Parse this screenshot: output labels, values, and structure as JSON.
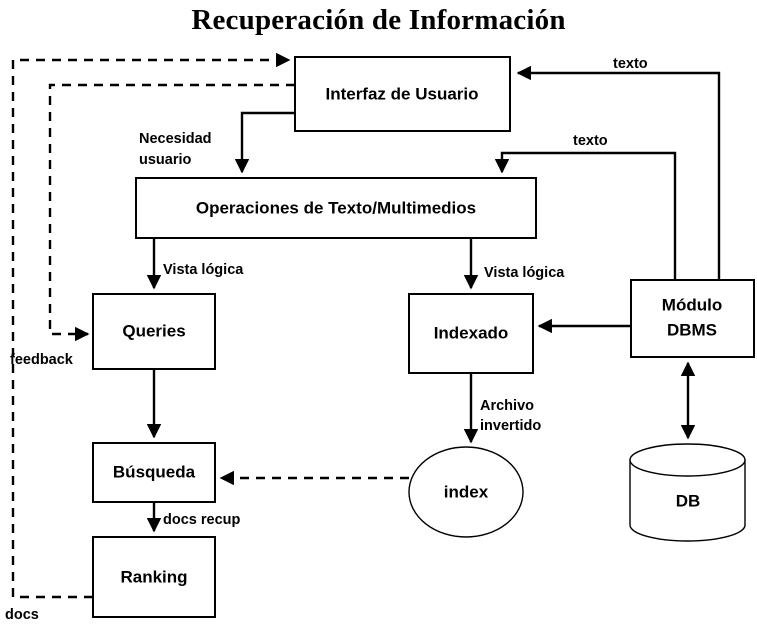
{
  "title": "Recuperación de Información",
  "nodes": {
    "user_interface": "Interfaz de Usuario",
    "text_operations": "Operaciones de Texto/Multimedios",
    "queries": "Queries",
    "searching": "Búsqueda",
    "ranking": "Ranking",
    "indexing": "Indexado",
    "index_store": "index",
    "dbms_module_line1": "Módulo",
    "dbms_module_line2": "DBMS",
    "database": "DB"
  },
  "edge_labels": {
    "user_need_line1": "Necesidad",
    "user_need_line2": "usuario",
    "text_top": "texto",
    "text_middle": "texto",
    "logical_view_left": "Vista lógica",
    "logical_view_right": "Vista lógica",
    "feedback": "feedback",
    "docs_retrieved": "docs recup",
    "inverted_file_line1": "Archivo",
    "inverted_file_line2": "invertido",
    "docs": "docs"
  },
  "colors": {
    "background": "#ffffff",
    "stroke": "#000000",
    "text": "#000000"
  }
}
